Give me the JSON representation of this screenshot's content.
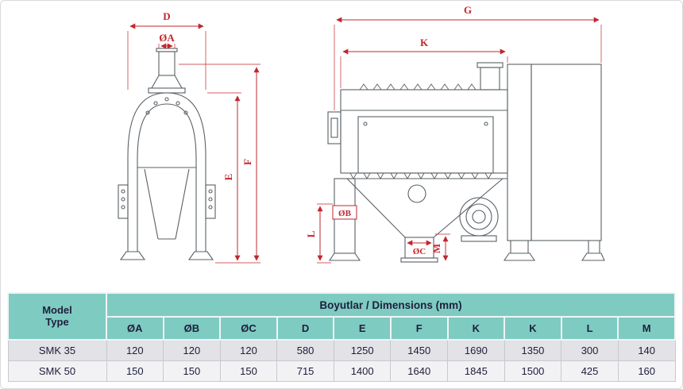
{
  "colors": {
    "dimension_red": "#c1272d",
    "drawing_line": "#5a6065",
    "table_header_teal": "#7ecbc2",
    "row_gray": "#e2e2e7",
    "row_light": "#f2f2f5",
    "text_dark": "#20203c"
  },
  "drawing": {
    "front": {
      "dim_d": "D",
      "dim_oa": "ØA",
      "dim_e": "E",
      "dim_f": "F"
    },
    "side": {
      "dim_g": "G",
      "dim_k": "K",
      "dim_ob": "ØB",
      "dim_oc": "ØC",
      "dim_l": "L",
      "dim_m": "M"
    }
  },
  "table": {
    "model_line1": "Model",
    "model_line2": "Type",
    "group_header": "Boyutlar / Dimensions (mm)",
    "columns": [
      "ØA",
      "ØB",
      "ØC",
      "D",
      "E",
      "F",
      "K",
      "K",
      "L",
      "M"
    ],
    "rows": [
      {
        "model": "SMK 35",
        "values": [
          "120",
          "120",
          "120",
          "580",
          "1250",
          "1450",
          "1690",
          "1350",
          "300",
          "140"
        ]
      },
      {
        "model": "SMK 50",
        "values": [
          "150",
          "150",
          "150",
          "715",
          "1400",
          "1640",
          "1845",
          "1500",
          "425",
          "160"
        ]
      }
    ]
  }
}
